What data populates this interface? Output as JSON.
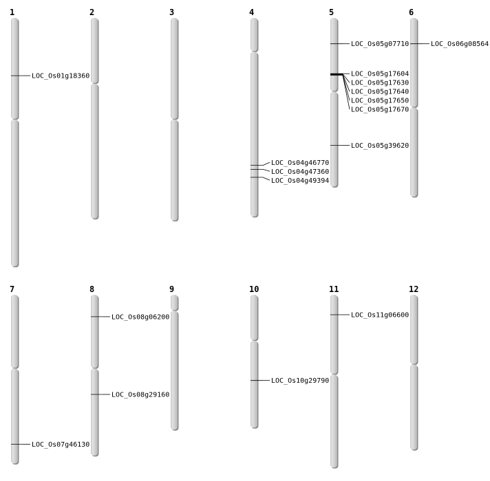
{
  "colors": {
    "chromosome_fill": "#d0d0d0",
    "chromosome_shadow": "#8a8a8a",
    "marker": "#000000",
    "text": "#000000"
  },
  "chromosomes": [
    {
      "name": "1",
      "segments": [
        [
          0,
          5.1
        ],
        [
          5.1,
          12.5
        ]
      ],
      "genes": [
        {
          "id": "LOC_Os01g18360.1",
          "pos": 2.9
        }
      ]
    },
    {
      "name": "2",
      "segments": [
        [
          0,
          3.3
        ],
        [
          3.3,
          10.1
        ]
      ],
      "genes": []
    },
    {
      "name": "3",
      "segments": [
        [
          0,
          5.1
        ],
        [
          5.1,
          10.2
        ]
      ],
      "genes": []
    },
    {
      "name": "4",
      "segments": [
        [
          0,
          1.7
        ],
        [
          1.7,
          10.0
        ]
      ],
      "genes": [
        {
          "id": "LOC_Os04g46770.1",
          "pos": 7.4
        },
        {
          "id": "LOC_Os04g47360.1",
          "pos": 7.6
        },
        {
          "id": "LOC_Os04g49394.1",
          "pos": 8.0
        }
      ]
    },
    {
      "name": "5",
      "segments": [
        [
          0,
          3.7
        ],
        [
          3.7,
          8.5
        ]
      ],
      "genes": [
        {
          "id": "LOC_Os05g07710.1",
          "pos": 1.3
        },
        {
          "id": "LOC_Os05g17604.1",
          "pos": 2.8
        },
        {
          "id": "LOC_Os05g17630.1",
          "pos": 2.82
        },
        {
          "id": "LOC_Os05g17640.1",
          "pos": 2.84
        },
        {
          "id": "LOC_Os05g17650.1",
          "pos": 2.86
        },
        {
          "id": "LOC_Os05g17670.1",
          "pos": 2.88
        },
        {
          "id": "LOC_Os05g39620.1",
          "pos": 6.4
        }
      ]
    },
    {
      "name": "6",
      "segments": [
        [
          0,
          4.5
        ],
        [
          4.5,
          9.0
        ]
      ],
      "genes": [
        {
          "id": "LOC_Os06g08564.1",
          "pos": 1.3
        }
      ]
    },
    {
      "name": "7",
      "segments": [
        [
          0,
          3.7
        ],
        [
          3.7,
          8.5
        ]
      ],
      "genes": [
        {
          "id": "LOC_Os07g46130.1",
          "pos": 7.5
        }
      ]
    },
    {
      "name": "8",
      "segments": [
        [
          0,
          3.7
        ],
        [
          3.7,
          8.1
        ]
      ],
      "genes": [
        {
          "id": "LOC_Os08g06200.1",
          "pos": 1.1
        },
        {
          "id": "LOC_Os08g29160.1",
          "pos": 5.0
        }
      ]
    },
    {
      "name": "9",
      "segments": [
        [
          0,
          0.8
        ],
        [
          0.8,
          6.8
        ]
      ],
      "genes": []
    },
    {
      "name": "10",
      "segments": [
        [
          0,
          2.3
        ],
        [
          2.3,
          6.7
        ]
      ],
      "genes": [
        {
          "id": "LOC_Os10g29790.1",
          "pos": 4.3
        }
      ]
    },
    {
      "name": "11",
      "segments": [
        [
          0,
          4.0
        ],
        [
          4.0,
          8.7
        ]
      ],
      "genes": [
        {
          "id": "LOC_Os11g06600.1",
          "pos": 1.0
        }
      ]
    },
    {
      "name": "12",
      "segments": [
        [
          0,
          3.5
        ],
        [
          3.5,
          7.8
        ]
      ],
      "genes": []
    }
  ]
}
